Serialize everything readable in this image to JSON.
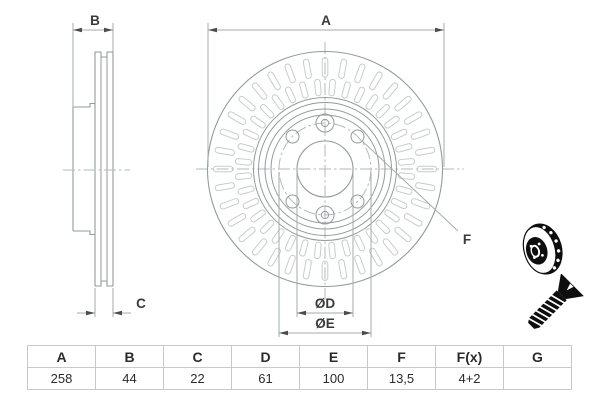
{
  "dimensions": {
    "outer_diameter_label": "A",
    "overall_height_label": "B",
    "disc_thickness_label": "C",
    "centering_bore_label": "ØD",
    "pitch_circle_label": "ØE",
    "bolt_hole_label": "F"
  },
  "spec_table": {
    "headers": [
      "A",
      "B",
      "C",
      "D",
      "E",
      "F",
      "F(x)",
      "G"
    ],
    "values": [
      "258",
      "44",
      "22",
      "61",
      "100",
      "13,5",
      "4+2",
      ""
    ]
  },
  "icons": {
    "disc_icon": "brake-disc-3d-pictogram",
    "screw_icon": "countersunk-screw-pictogram"
  },
  "colors": {
    "line": "#939b9b",
    "slot": "#c7cccc",
    "dim": "#a6abab",
    "center": "#b4b9b9",
    "text": "#3a3a3a",
    "arrow": "#4c4c4c",
    "icon": "#0e0e0e",
    "table_border": "#c9c9c9",
    "table_text": "#2b2b2b"
  }
}
